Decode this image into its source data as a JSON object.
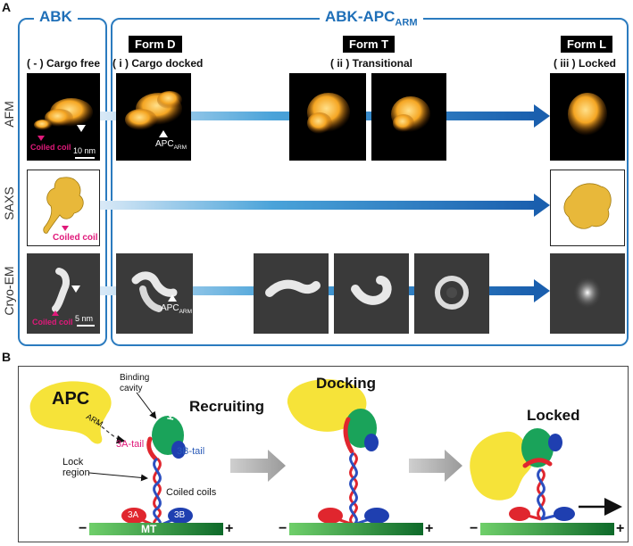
{
  "panel_a_letter": "A",
  "panel_b_letter": "B",
  "abk_header": "ABK",
  "abk_apc_header": "ABK-APC",
  "abk_apc_sub": "ARM",
  "forms": [
    {
      "tag": "",
      "condition": "( - ) Cargo free"
    },
    {
      "tag": "Form D",
      "condition": "( i ) Cargo docked"
    },
    {
      "tag": "Form T",
      "condition": "( ii ) Transitional"
    },
    {
      "tag": "Form L",
      "condition": "( iii ) Locked"
    }
  ],
  "row_labels": [
    "AFM",
    "SAXS",
    "Cryo-EM"
  ],
  "afm_scale": "10 nm",
  "em_scale": "5 nm",
  "coiled_coil": "Coiled coil",
  "apc_arm_main": "APC",
  "apc_arm_sub": "ARM",
  "diagram": {
    "apc": "APC",
    "arm": "ARM",
    "binding_cavity_line1": "Binding",
    "binding_cavity_line2": "cavity",
    "recruiting": "Recruiting",
    "docking": "Docking",
    "locked": "Locked",
    "kap3": "KAP3",
    "tail_3a": "3A-tail",
    "tail_3b": "3B-tail",
    "lock_region_line1": "Lock",
    "lock_region_line2": "region",
    "coiled_coils": "Coiled coils",
    "motor_3a": "3A",
    "motor_3b": "3B",
    "mt": "MT",
    "minus": "−",
    "plus": "+"
  },
  "colors": {
    "blue_frame": "#2b7bbf",
    "arrow_blue": "#1f6fb8",
    "magenta": "#e0197a",
    "apc_yellow": "#f6e339",
    "kap3_green": "#1aa35a",
    "red_3a": "#e0262e",
    "blue_3b": "#1f3fb0",
    "mt_green": "#1e8a3a"
  }
}
